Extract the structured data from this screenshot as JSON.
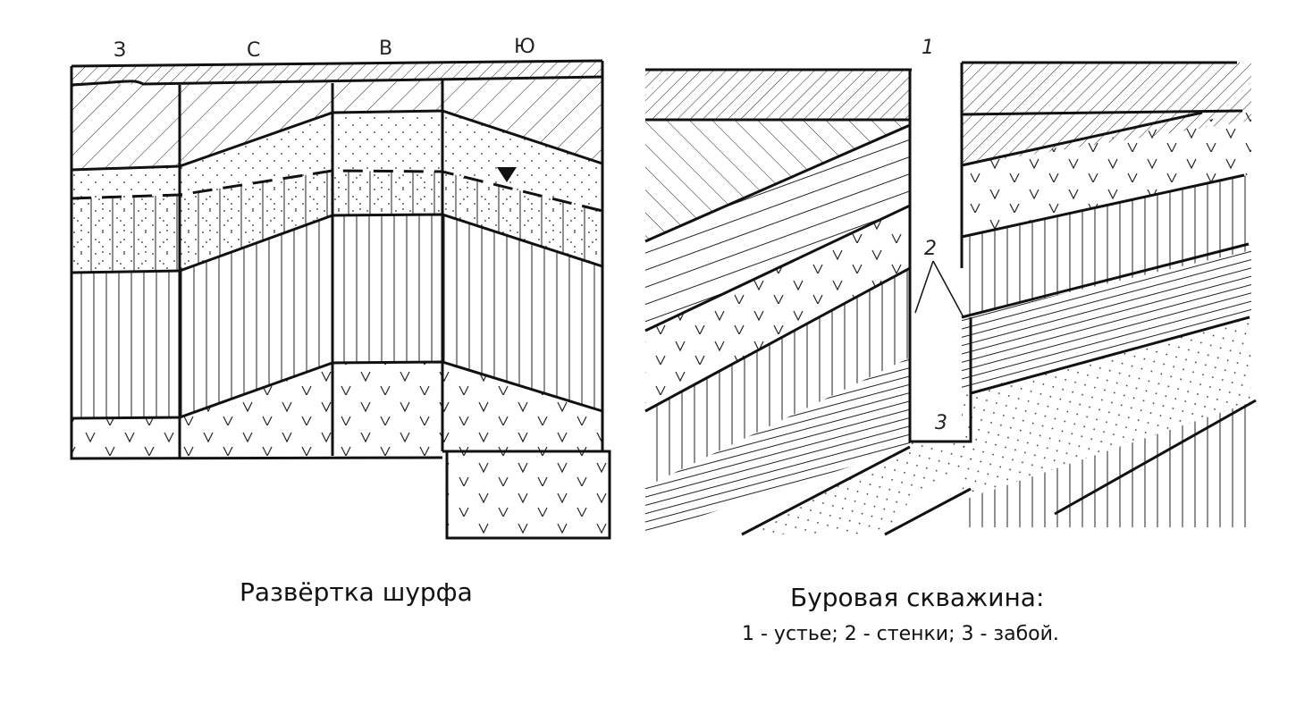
{
  "pit_unfolding": {
    "caption": "Развёртка шурфа",
    "wall_labels": [
      "З",
      "С",
      "В",
      "Ю"
    ]
  },
  "borehole": {
    "caption": "Буровая скважина:",
    "legend": "1 - устье; 2 - стенки; 3 - забой.",
    "markers": [
      "1",
      "2",
      "3"
    ]
  },
  "colors": {
    "ink": "#111111",
    "paper": "#ffffff"
  }
}
